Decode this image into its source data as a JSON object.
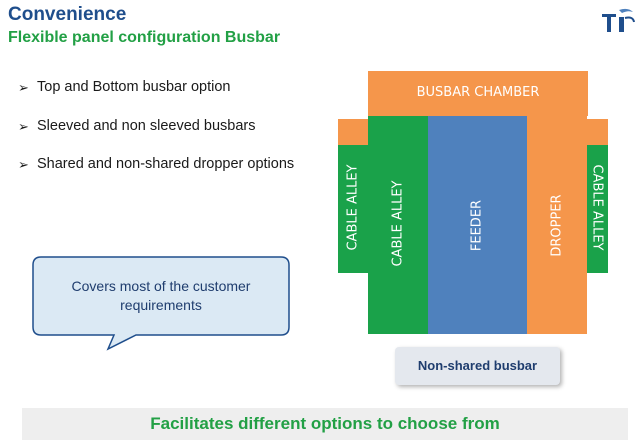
{
  "header": {
    "title": "Convenience",
    "subtitle": "Flexible panel configuration Busbar",
    "logo_text": "TI"
  },
  "bullets": [
    "Top and Bottom busbar option",
    "Sleeved and non sleeved busbars",
    "Shared and non-shared dropper options"
  ],
  "callout": {
    "line1": "Covers most of the customer",
    "line2": "requirements"
  },
  "diagram": {
    "busbar_chamber": "BUSBAR CHAMBER",
    "cable_alley_left": "CABLE ALLEY",
    "cable_alley_inner": "CABLE ALLEY",
    "feeder": "FEEDER",
    "dropper": "DROPPER",
    "cable_alley_right": "CABLE ALLEY",
    "caption": "Non-shared busbar"
  },
  "footer": {
    "text": "Facilitates different options to choose from"
  },
  "colors": {
    "title": "#1f4e8c",
    "accent_green": "#22a045",
    "orange": "#f5964b",
    "green": "#1aa24a",
    "blue": "#4f81bd"
  }
}
